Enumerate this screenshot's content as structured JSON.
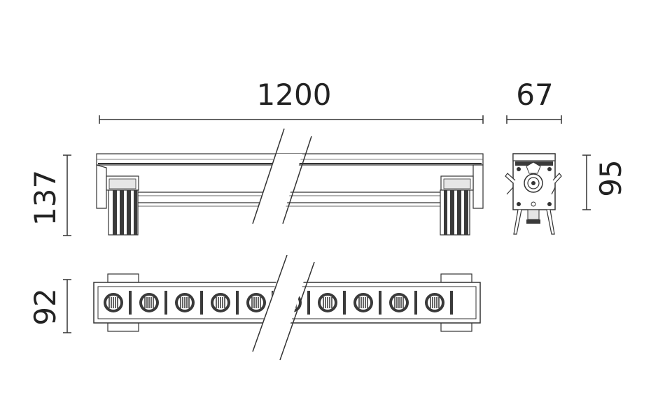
{
  "dimensions": {
    "length": "1200",
    "depth": "67",
    "side_height": "137",
    "end_height": "95",
    "front_height": "92"
  },
  "views": {
    "side_view_icon": "luminaire-side-view",
    "end_view_icon": "luminaire-end-view",
    "front_view_icon": "luminaire-front-view",
    "break_symbol": "break-lines"
  },
  "colors": {
    "line": "#333333",
    "dark_fill": "#3a3a3a",
    "light_fill": "#e6e6e6"
  },
  "front_view": {
    "led_count_left": 5,
    "led_count_right": 5
  }
}
